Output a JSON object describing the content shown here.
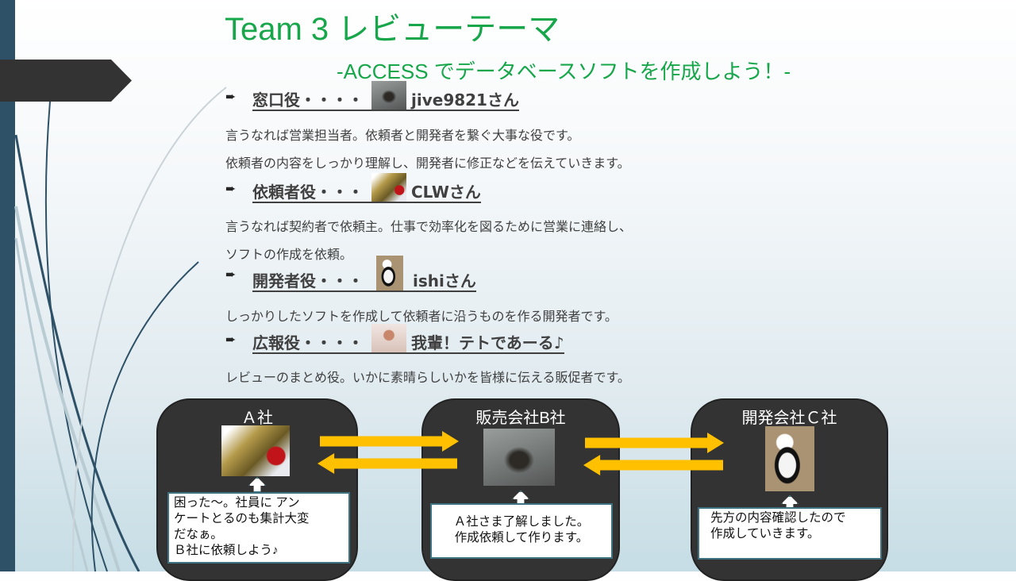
{
  "title": "Team 3 レビューテーマ",
  "subtitle": "-ACCESS でデータベースソフトを作成しよう！-",
  "roles": [
    {
      "label": "窓口役・・・・",
      "name": "jive9821さん",
      "image": "turtle-photo",
      "desc": [
        "言うなれば営業担当者。依頼者と開発者を繋ぐ大事な役です。",
        "依頼者の内容をしっかり理解し、開発者に修正などを伝えていきます。"
      ]
    },
    {
      "label": "依頼者役・・・",
      "name": "CLWさん",
      "image": "machine-photo",
      "desc": [
        "言うなれば契約者で依頼主。仕事で効率化を図るために営業に連絡し、",
        "ソフトの作成を依頼。"
      ]
    },
    {
      "label": "開発者役・・・",
      "name": "ishiさん",
      "image": "panda-photo",
      "desc": [
        "しっかりしたソフトを作成して依頼者に沿うものを作る開発者です。"
      ]
    },
    {
      "label": "広報役・・・・",
      "name": "我輩！テトであーる♪",
      "image": "teto-photo",
      "desc": [
        "レビューのまとめ役。いかに素晴らしいかを皆様に伝える販促者です。"
      ]
    }
  ],
  "companies": [
    {
      "name": "Ａ社",
      "callout": [
        "困った～。社員に アン",
        "ケートとるのも集計大変",
        "だなぁ。",
        "Ｂ社に依頼しよう♪"
      ]
    },
    {
      "name": "販売会社B社",
      "callout": [
        "Ａ社さま了解しました。",
        "作成依頼して作ります。"
      ]
    },
    {
      "name": "開発会社Ｃ社",
      "callout": [
        "先方の内容確認したので",
        "作成していきます。"
      ]
    }
  ],
  "colors": {
    "title": "#17a74a",
    "arrow": "#ffc000",
    "box": "#333333",
    "sidebar": "#2e5167"
  }
}
